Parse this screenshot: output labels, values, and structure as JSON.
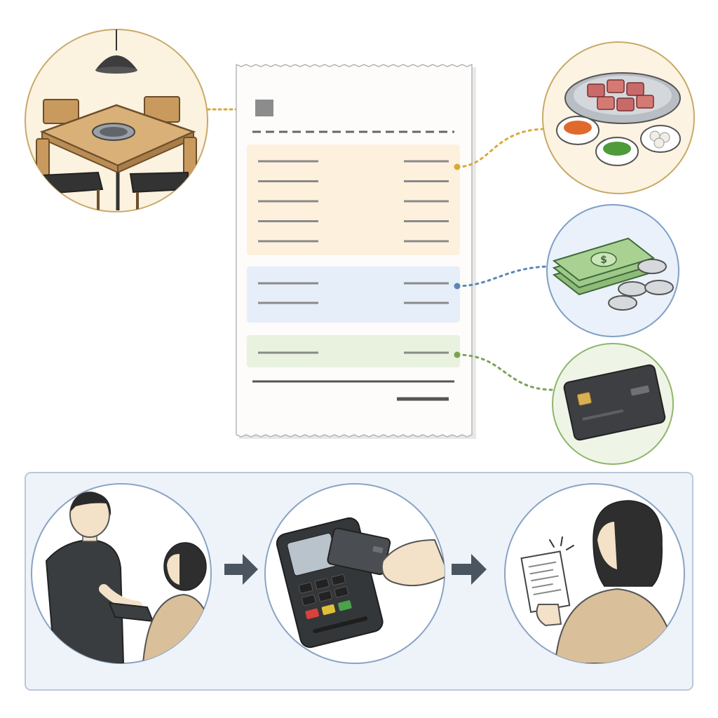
{
  "colors": {
    "food_accent": "#d9a93a",
    "cash_accent": "#5a86b8",
    "card_accent": "#7aa352",
    "receipt_food_band": "#fdf1dd",
    "receipt_cash_band": "#e6eef9",
    "receipt_card_band": "#e8f2df",
    "process_panel_bg": "#eef3f9",
    "process_panel_border": "#b9c8da",
    "arrow": "#4a5560"
  },
  "icons": {
    "table": "restaurant-table-icon",
    "food": "korean-bbq-food-icon",
    "cash": "cash-money-icon",
    "card": "credit-card-icon",
    "step1": "waiter-presenting-bill-icon",
    "step2": "card-payment-terminal-icon",
    "step3": "customer-reading-receipt-icon"
  },
  "receipt": {
    "food_rows": 5,
    "cash_rows": 2,
    "card_rows": 1
  }
}
